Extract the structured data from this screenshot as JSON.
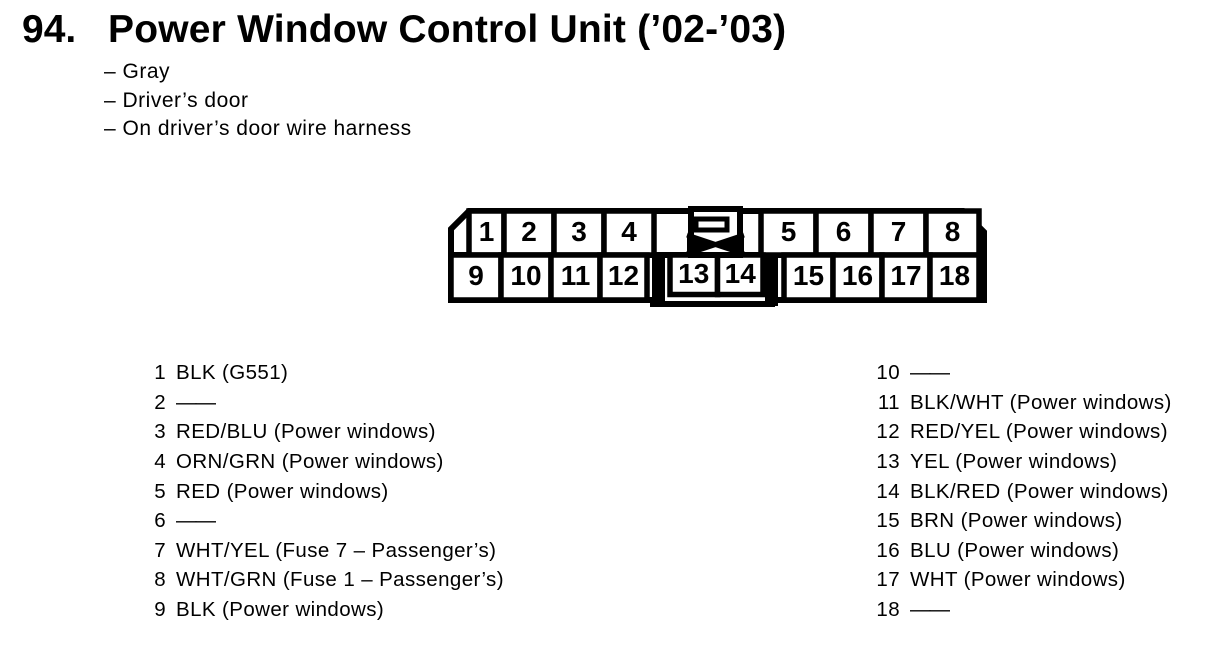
{
  "page": {
    "item_number": "94.",
    "title": "Power Window Control Unit (’02-’03)",
    "notes": [
      "– Gray",
      "– Driver’s door",
      "– On driver’s door wire harness"
    ]
  },
  "connector": {
    "pins_top": [
      "1",
      "2",
      "3",
      "4",
      "5",
      "6",
      "7",
      "8"
    ],
    "pins_bottom": [
      "9",
      "10",
      "11",
      "12",
      "13",
      "14",
      "15",
      "16",
      "17",
      "18"
    ]
  },
  "pin_list": {
    "left": [
      {
        "pin": "1",
        "desc": "BLK (G551)"
      },
      {
        "pin": "2",
        "desc": "——"
      },
      {
        "pin": "3",
        "desc": "RED/BLU (Power windows)"
      },
      {
        "pin": "4",
        "desc": "ORN/GRN (Power windows)"
      },
      {
        "pin": "5",
        "desc": "RED (Power windows)"
      },
      {
        "pin": "6",
        "desc": "——"
      },
      {
        "pin": "7",
        "desc": "WHT/YEL (Fuse 7 – Passenger’s)"
      },
      {
        "pin": "8",
        "desc": "WHT/GRN (Fuse 1 – Passenger’s)"
      },
      {
        "pin": "9",
        "desc": "BLK (Power windows)"
      }
    ],
    "right": [
      {
        "pin": "10",
        "desc": "——"
      },
      {
        "pin": "11",
        "desc": "BLK/WHT (Power windows)"
      },
      {
        "pin": "12",
        "desc": "RED/YEL (Power windows)"
      },
      {
        "pin": "13",
        "desc": "YEL (Power windows)"
      },
      {
        "pin": "14",
        "desc": "BLK/RED (Power windows)"
      },
      {
        "pin": "15",
        "desc": "BRN (Power windows)"
      },
      {
        "pin": "16",
        "desc": "BLU (Power windows)"
      },
      {
        "pin": "17",
        "desc": "WHT (Power windows)"
      },
      {
        "pin": "18",
        "desc": "——"
      }
    ]
  },
  "colors": {
    "ink": "#000000",
    "paper": "#ffffff"
  }
}
